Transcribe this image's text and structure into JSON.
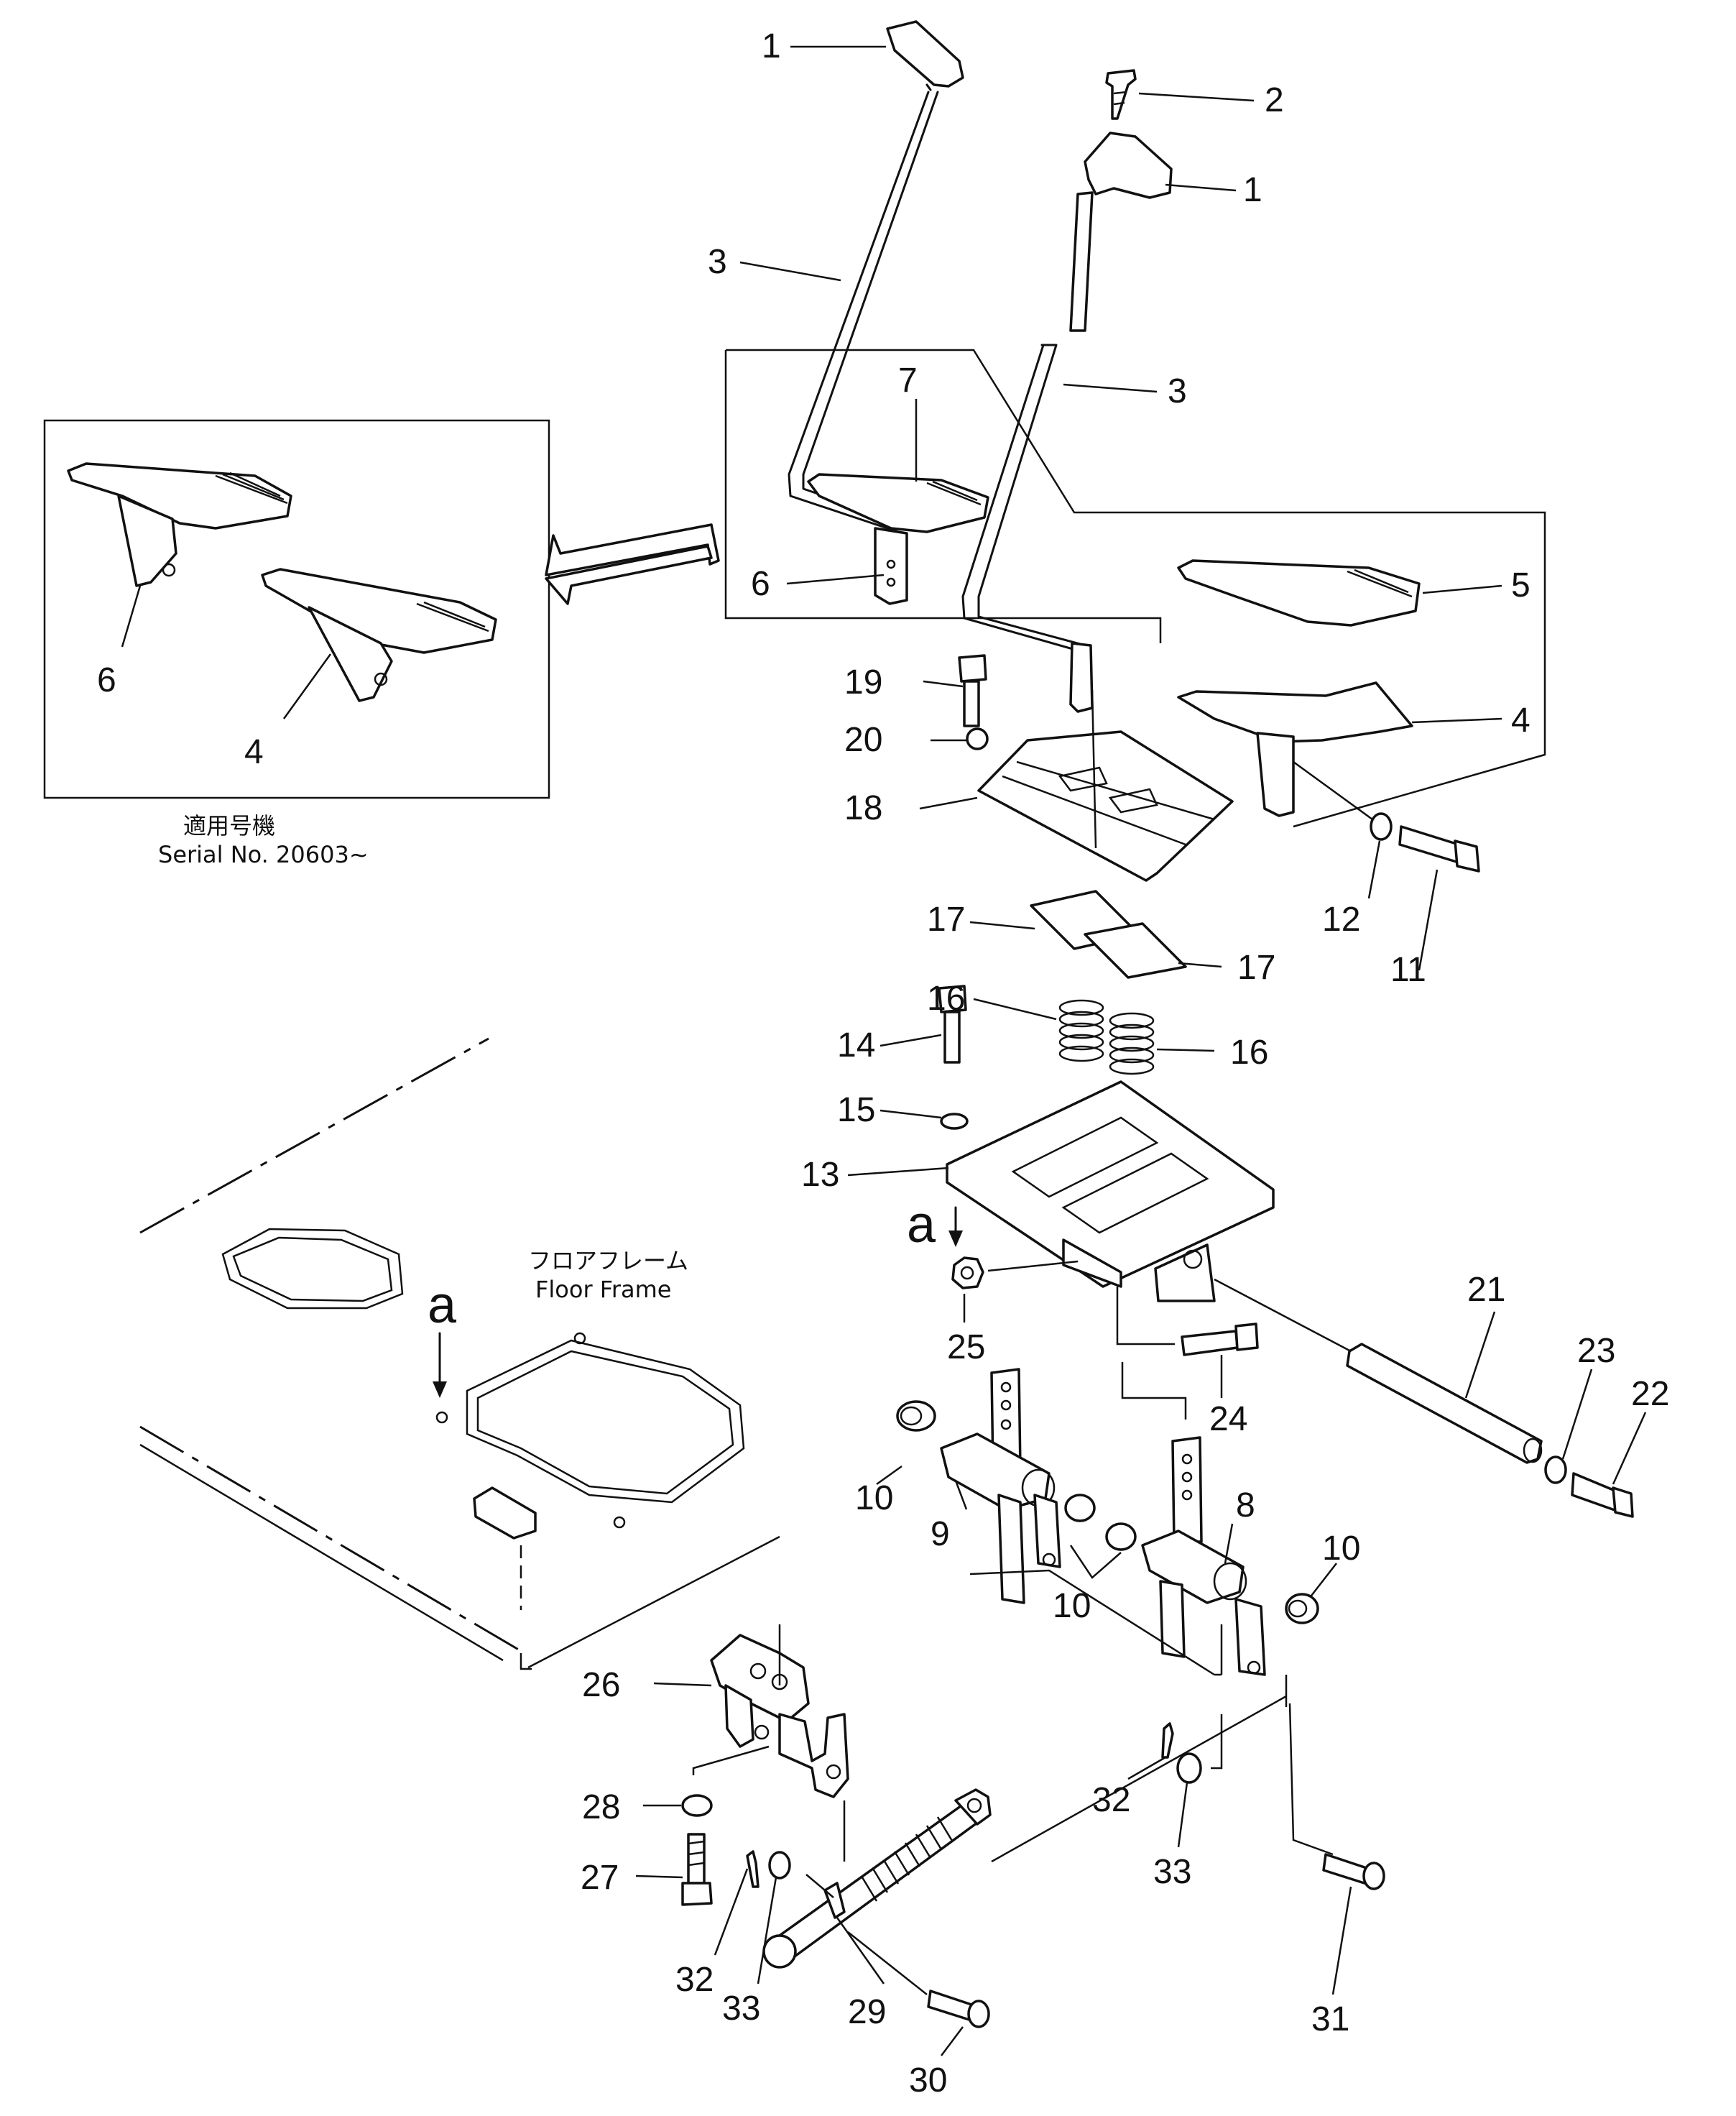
{
  "inset": {
    "serial_jp": "適用号機",
    "serial_en": "Serial  No.  20603~",
    "labels": [
      "6",
      "4"
    ]
  },
  "floor_frame": {
    "jp": "フロアフレーム",
    "en": "Floor  Frame"
  },
  "section_marker": "a",
  "callouts": [
    "1",
    "2",
    "1",
    "3",
    "3",
    "7",
    "6",
    "5",
    "4",
    "19",
    "20",
    "18",
    "12",
    "11",
    "17",
    "17",
    "16",
    "16",
    "14",
    "15",
    "13",
    "25",
    "24",
    "21",
    "23",
    "22",
    "10",
    "9",
    "10",
    "8",
    "10",
    "26",
    "28",
    "27",
    "32",
    "33",
    "29",
    "30",
    "32",
    "33",
    "31"
  ]
}
